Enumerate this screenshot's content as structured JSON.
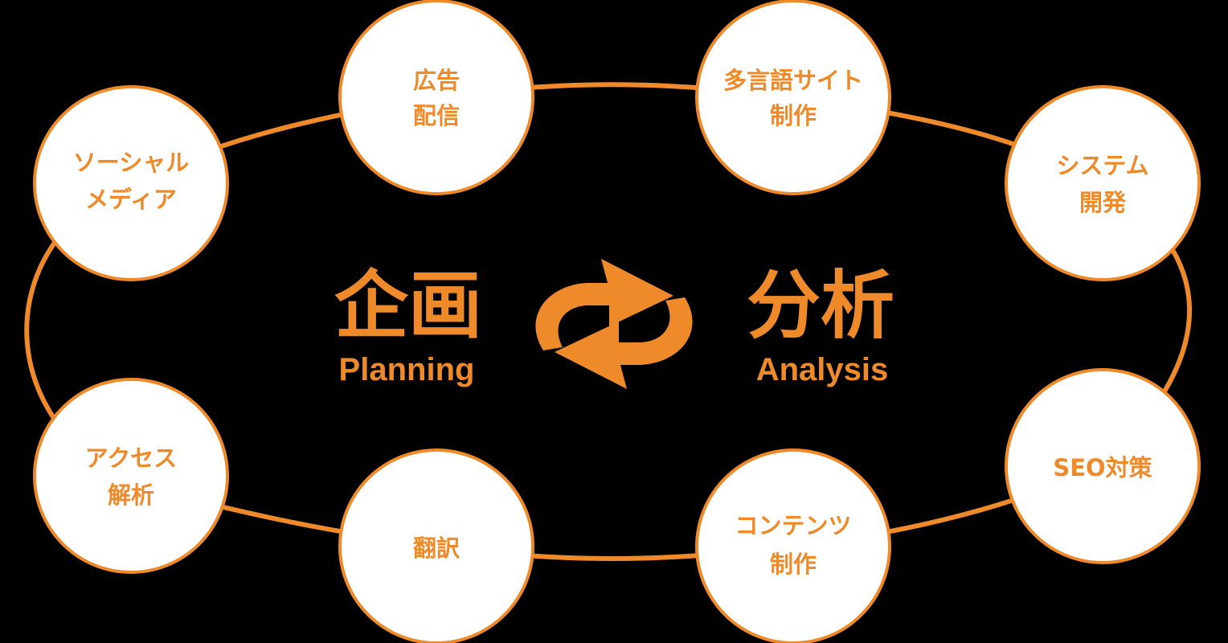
{
  "colors": {
    "accent": "#ee8a2a",
    "node_fill": "#ffffff",
    "background": "#000000"
  },
  "center": {
    "left": {
      "kanji": "企画",
      "english": "Planning"
    },
    "right": {
      "kanji": "分析",
      "english": "Analysis"
    },
    "cycle_icon": "cycle-arrows-icon"
  },
  "nodes": [
    {
      "id": "ad-delivery",
      "lines": [
        "広告",
        "配信"
      ]
    },
    {
      "id": "multilingual-site",
      "lines": [
        "多言語サイト",
        "制作"
      ]
    },
    {
      "id": "system-dev",
      "lines": [
        "システム",
        "開発"
      ]
    },
    {
      "id": "seo",
      "lines": [
        "SEO対策"
      ]
    },
    {
      "id": "content",
      "lines": [
        "コンテンツ",
        "制作"
      ]
    },
    {
      "id": "translation",
      "lines": [
        "翻訳"
      ]
    },
    {
      "id": "access-analysis",
      "lines": [
        "アクセス",
        "解析"
      ]
    },
    {
      "id": "social-media",
      "lines": [
        "ソーシャル",
        "メディア"
      ]
    }
  ]
}
